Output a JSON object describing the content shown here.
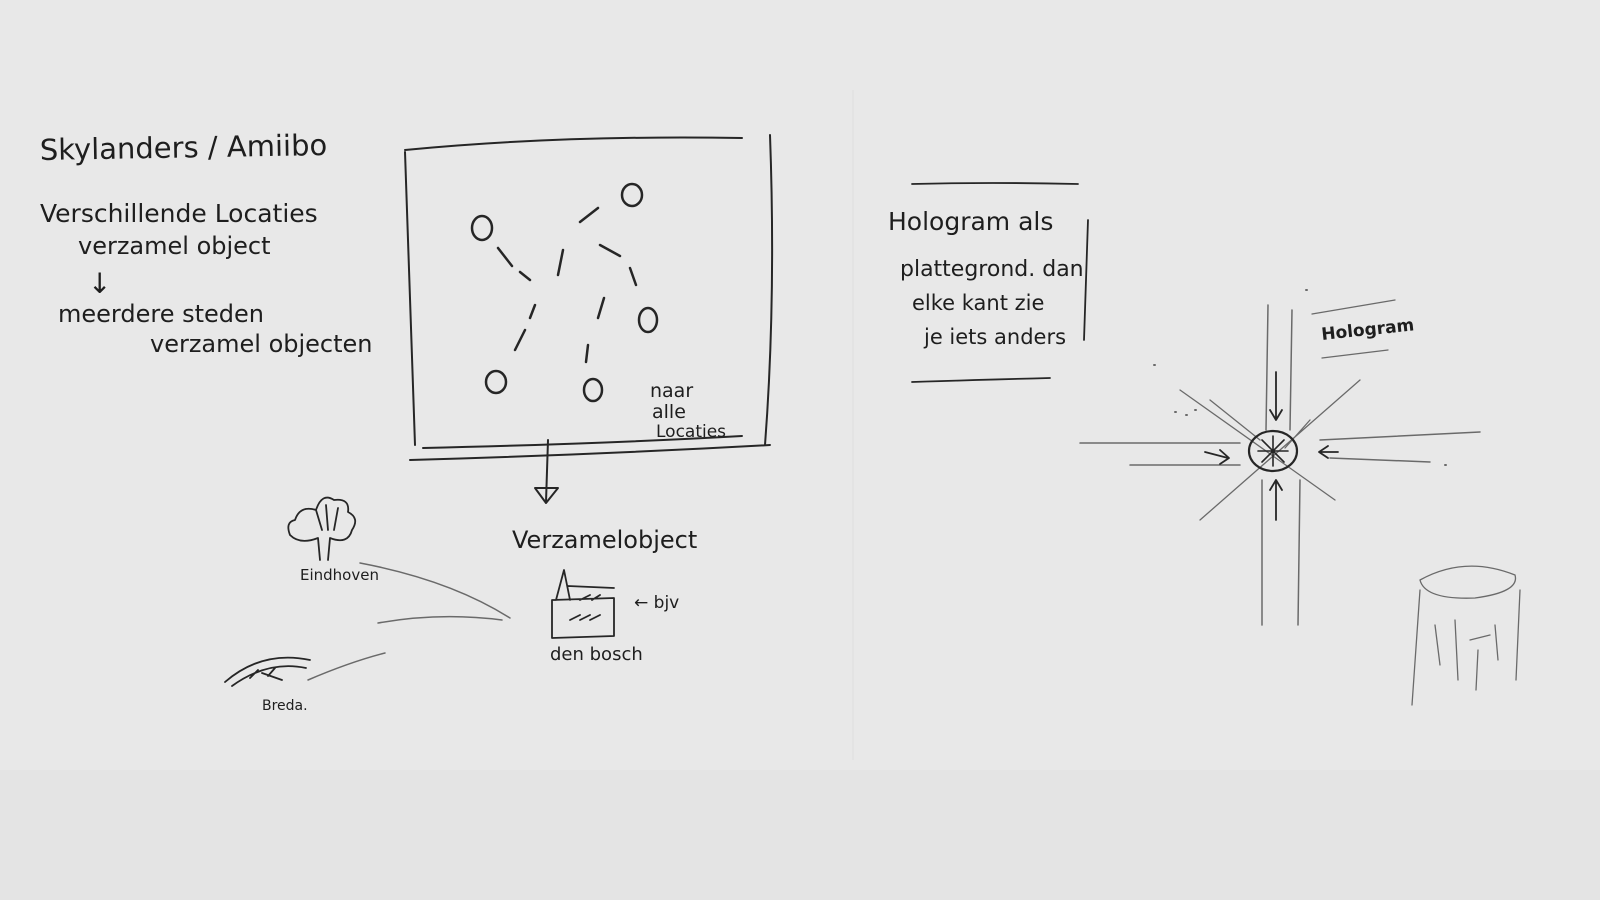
{
  "notes_left": {
    "title": "Skylanders / Amiibo",
    "line1": "Verschillende Locaties",
    "line2": "verzamel object",
    "arrow": "↓",
    "line3": "meerdere steden",
    "line4": "verzamel objecten"
  },
  "map_sketch": {
    "label_line1": "naar",
    "label_line2": "alle",
    "label_line3": "Locaties",
    "collect_label": "Verzamelobject"
  },
  "cities": {
    "eindhoven": "Eindhoven",
    "breda": "Breda.",
    "denbosch": "den bosch",
    "bjv": "← bjv"
  },
  "hologram_note": {
    "line1": "Hologram als",
    "line2": "plattegrond. dan",
    "line3": "elke kant zie",
    "line4": "je iets anders"
  },
  "intersection": {
    "label": "Hologram"
  },
  "colors": {
    "background": "#e6e6e6",
    "ink": "#262626"
  }
}
